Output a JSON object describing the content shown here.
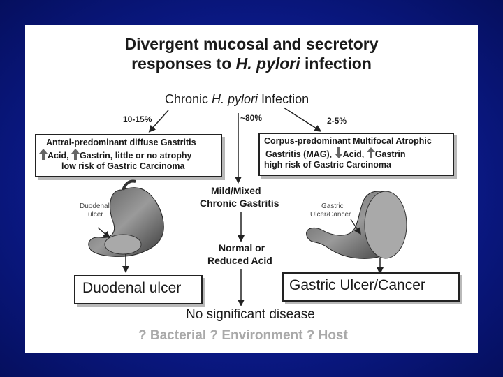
{
  "title": {
    "line1": "Divergent mucosal and secretory",
    "line2_prefix": "responses to ",
    "line2_italic": "H. pylori",
    "line2_suffix": " infection"
  },
  "root": {
    "prefix": "Chronic ",
    "italic": "H. pylori",
    "suffix": " Infection"
  },
  "percentages": {
    "left": "10-15%",
    "center": "~80%",
    "right": "2-5%"
  },
  "left_box": {
    "line1": "Antral-predominant diffuse Gastritis",
    "line2_a": "Acid,",
    "line2_b": "Gastrin, little or no atrophy",
    "line3": "low risk of Gastric Carcinoma"
  },
  "right_box": {
    "line1": "Corpus-predominant Multifocal Atrophic",
    "line2_a": "Gastritis (MAG),",
    "line2_b": "Acid,",
    "line2_c": "Gastrin",
    "line3": "high risk of Gastric Carcinoma"
  },
  "center": {
    "mild_line1": "Mild/Mixed",
    "mild_line2": "Chronic Gastritis",
    "acid_line1": "Normal or",
    "acid_line2": "Reduced Acid",
    "outcome": "No significant disease"
  },
  "stomach_labels": {
    "left_line1": "Duodenal",
    "left_line2": "ulcer",
    "right_line1": "Gastric",
    "right_line2": "Ulcer/Cancer"
  },
  "outcomes": {
    "left": "Duodenal ulcer",
    "right": "Gastric Ulcer/Cancer"
  },
  "footer": "? Bacterial ? Environment ? Host"
}
